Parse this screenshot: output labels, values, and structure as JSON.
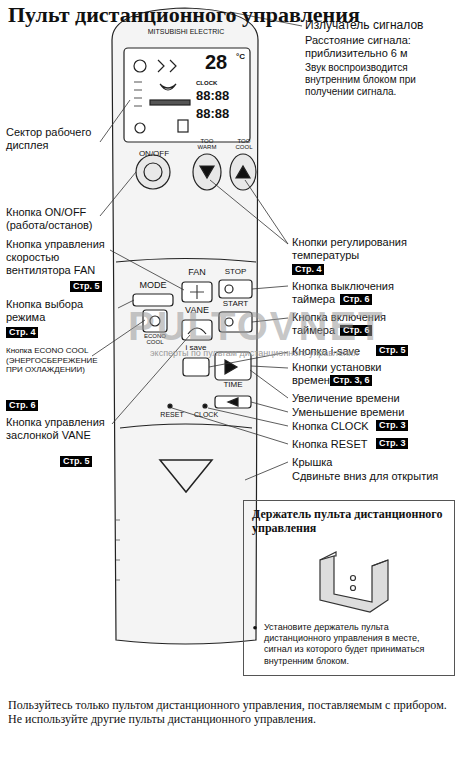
{
  "diagram": {
    "title": "Пульт дистанционного управления",
    "caption": "Пользуйтесь только пультом дистанционного управления, поставляемым с прибором. Не используйте другие пульты дистанционного управления.",
    "nodes": [
      {
        "text": [
          "Держатель пульта дистанционного управления",
          "Установите держатель пульта дистанционного управления в месте, сигнал из которого будет приниматься внутренним блоком."
        ]
      }
    ],
    "edges": [],
    "labels": [
      "Излучатель сигналов",
      "Расстояние сигнала: приблизительно 6 м",
      "Звук воспроизводится внутренним блоком при получении сигнала.",
      "Сектор рабочего дисплея",
      "Кнопка ON/OFF (работа/останов)",
      "Кнопка управления скоростью вентилятора FAN",
      "Стр. 5",
      "Кнопка выбора режима",
      "Стр. 4",
      "Кнопка ECONO COOL (ЭНЕРГОСБЕРЕЖЕНИЕ ПРИ ОХЛАЖДЕНИИ)",
      "Стр. 6",
      "Кнопка управления заслонкой VANE",
      "Стр. 5",
      "Кнопки регулирования температуры",
      "Стр. 4",
      "Кнопка выключения таймера",
      "Стр. 6",
      "Кнопка включения таймера",
      "Стр. 6",
      "Кнопка i-save",
      "Стр. 5",
      "Кнопки установки времени TIME",
      "Стр. 3, 6",
      "Увеличение времени",
      "Уменьшение времени",
      "Кнопка CLOCK",
      "Стр. 3",
      "Кнопка RESET",
      "Стр. 3",
      "Крышка",
      "Сдвиньте вниз для открытия",
      "MITSUBISHI ELECTRIC",
      "ON/OFF",
      "TOO WARM",
      "TOO COOL",
      "MODE",
      "FAN",
      "VANE",
      "ECONO COOL",
      "STOP",
      "START",
      "i save",
      "TIME",
      "RESET",
      "CLOCK",
      "28",
      "°C",
      "CLOCK",
      "88:88",
      "88:88",
      "PULTOVNET",
      "эксперты по пультам дистанционного управления"
    ]
  }
}
